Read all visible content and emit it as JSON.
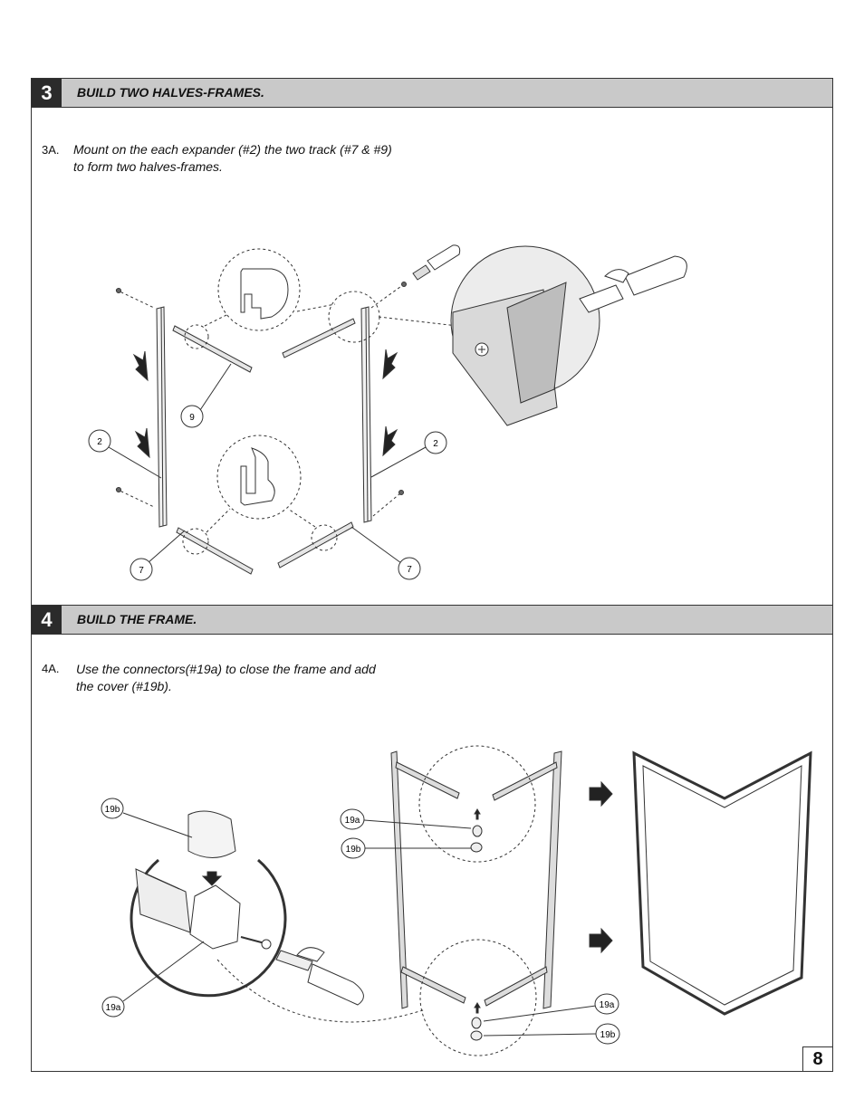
{
  "section3": {
    "number": "3",
    "title": "BUILD TWO HALVES-FRAMES.",
    "step_label": "3A.",
    "step_text_line1": "Mount on the each expander (#2) the two track (#7 & #9)",
    "step_text_line2": "to form two halves-frames.",
    "callouts": [
      "2",
      "2",
      "9",
      "7",
      "7"
    ]
  },
  "section4": {
    "number": "4",
    "title": "BUILD THE FRAME.",
    "step_label": "4A.",
    "step_text_line1": "Use the connectors(#19a) to close the frame and add",
    "step_text_line2": "the cover (#19b).",
    "callouts": [
      "19b",
      "19a",
      "19a",
      "19b",
      "19a",
      "19b"
    ]
  },
  "page_number": "8"
}
